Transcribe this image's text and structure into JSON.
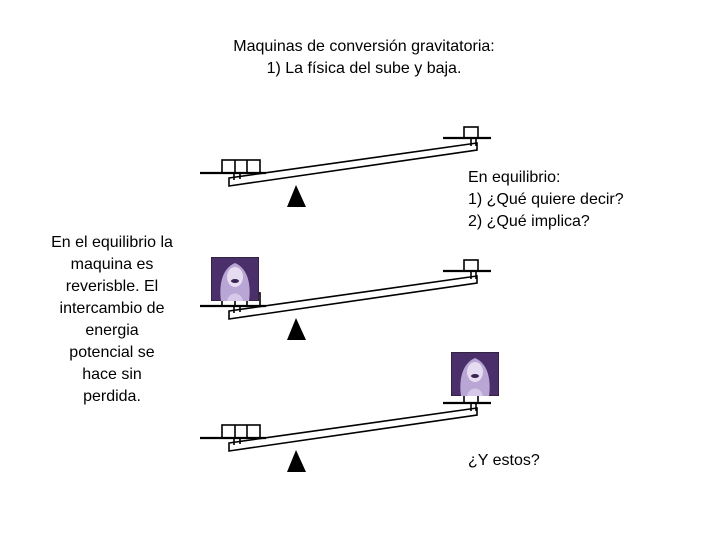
{
  "title": {
    "line1": "Maquinas de conversión gravitatoria:",
    "line2": "1) La física del sube y baja."
  },
  "side_note": {
    "lines": [
      "En el equilibrio la",
      "maquina es",
      "reverisble. El",
      "intercambio de",
      "energia",
      "potencial se",
      "hace sin",
      "perdida."
    ]
  },
  "question_block": {
    "heading": "En equilibrio:",
    "q1": "1)  ¿Qué quiere decir?",
    "q2": "2)  ¿Qué implica?"
  },
  "closing": {
    "text": "¿Y estos?"
  },
  "icons": {
    "portrait": "person-portrait-icon",
    "fulcrum": "triangle-fulcrum-icon",
    "weight_left": "triple-box-weight-icon",
    "weight_right": "single-box-weight-icon"
  },
  "colors": {
    "ink": "#000000",
    "portrait_bg": "#4a2f6a"
  }
}
